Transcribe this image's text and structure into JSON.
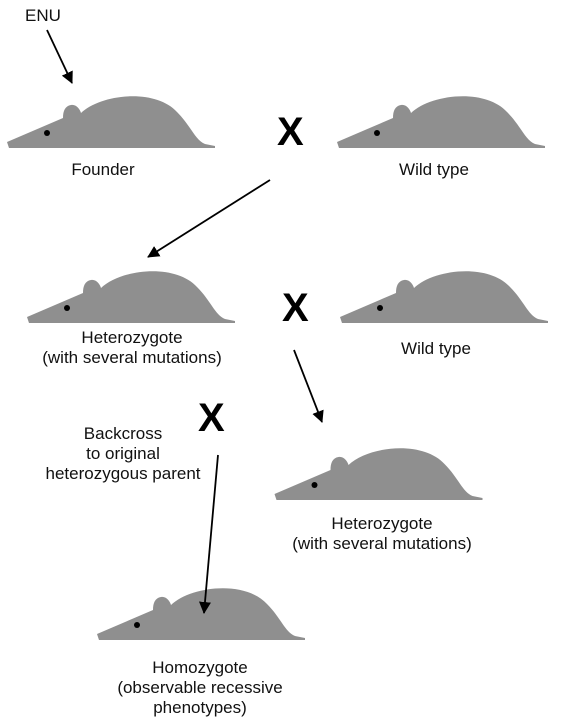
{
  "colors": {
    "mouse": "#8f8f8f",
    "ink": "#000000"
  },
  "mutagen_label": "ENU",
  "cross_symbol": "X",
  "generation_1": {
    "left": "Founder",
    "right": "Wild type"
  },
  "generation_2": {
    "left_line1": "Heterozygote",
    "left_line2": "(with several mutations)",
    "right": "Wild type"
  },
  "backcross": {
    "line1": "Backcross",
    "line2": "to original",
    "line3": "heterozygous parent"
  },
  "generation_3": {
    "line1": "Heterozygote",
    "line2": "(with several mutations)"
  },
  "result": {
    "line1": "Homozygote",
    "line2": "(observable recessive",
    "line3": "phenotypes)"
  },
  "icons": [
    "mouse-silhouette-icon",
    "arrow-icon"
  ]
}
